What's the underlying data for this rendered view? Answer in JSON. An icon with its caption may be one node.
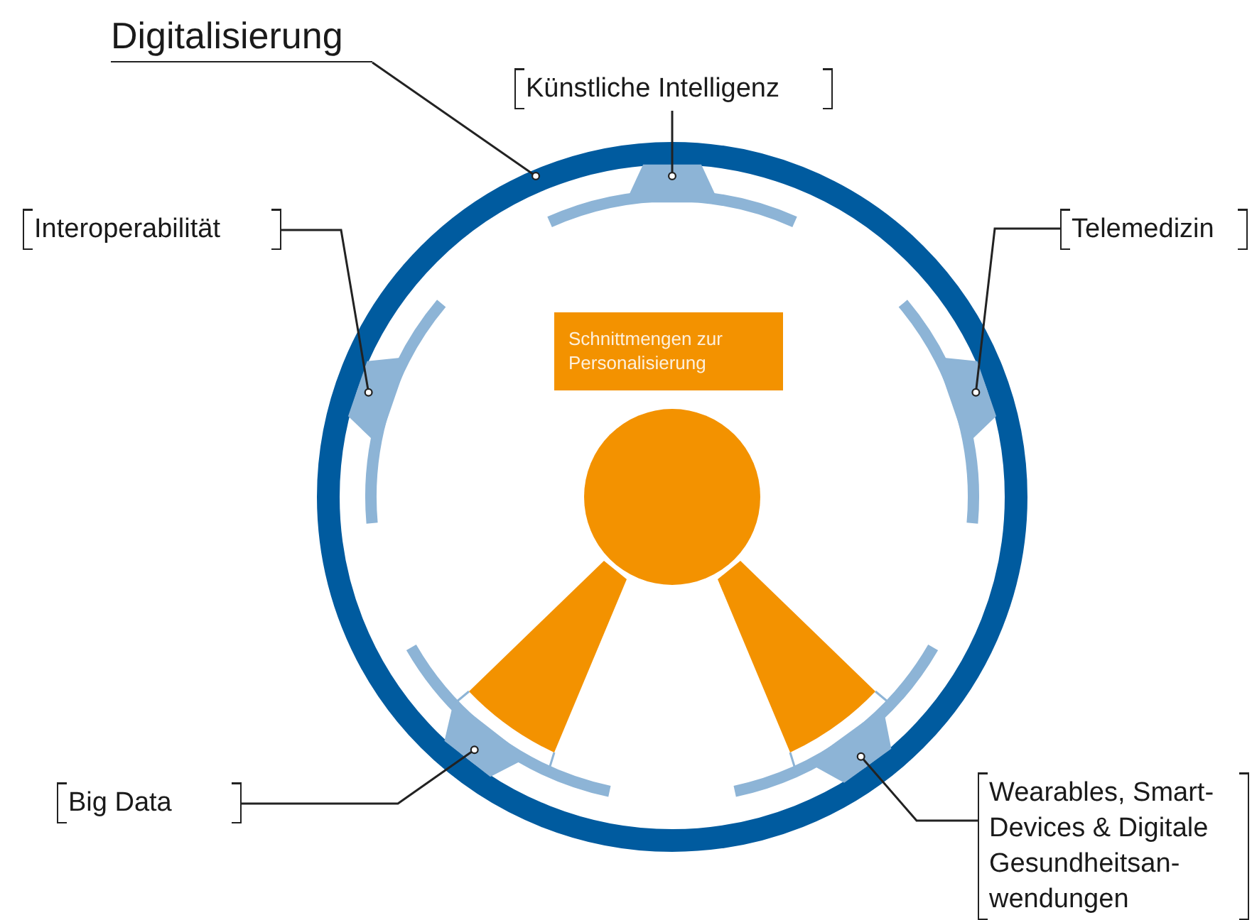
{
  "diagram": {
    "nodes": [
      {
        "text": [
          "Digitalisierung"
        ]
      },
      {
        "text": [],
        "shape": "circle"
      },
      {
        "text": [
          "Künstliche Intelligenz"
        ]
      },
      {
        "text": [],
        "shape": "bar",
        "in": 1
      },
      {
        "text": [
          "Interoperabilität"
        ]
      },
      {
        "text": [],
        "shape": "bar",
        "in": 1
      },
      {
        "text": [
          "Telemedizin"
        ]
      },
      {
        "text": [],
        "shape": "bar",
        "in": 1
      },
      {
        "text": [
          "Big Data"
        ]
      },
      {
        "text": [],
        "shape": "bar",
        "in": 1
      },
      {
        "text": [
          "Wearables, Smart-Devices & Digitale Gesundheitsan-wendungen"
        ]
      },
      {
        "text": [],
        "shape": "bar",
        "in": 1
      },
      {
        "text": [
          "Schnittmengen zur Personalisierung"
        ],
        "in": 1
      }
    ],
    "edges": [
      {
        "from": 0,
        "to": 1,
        "arrow": "other"
      },
      {
        "from": 2,
        "to": 3,
        "arrow": "other"
      },
      {
        "from": 4,
        "to": 5,
        "arrow": "other"
      },
      {
        "from": 6,
        "to": 7,
        "arrow": "other"
      },
      {
        "from": 8,
        "to": 9,
        "arrow": "other"
      },
      {
        "from": 10,
        "to": 11,
        "arrow": "other"
      }
    ]
  }
}
